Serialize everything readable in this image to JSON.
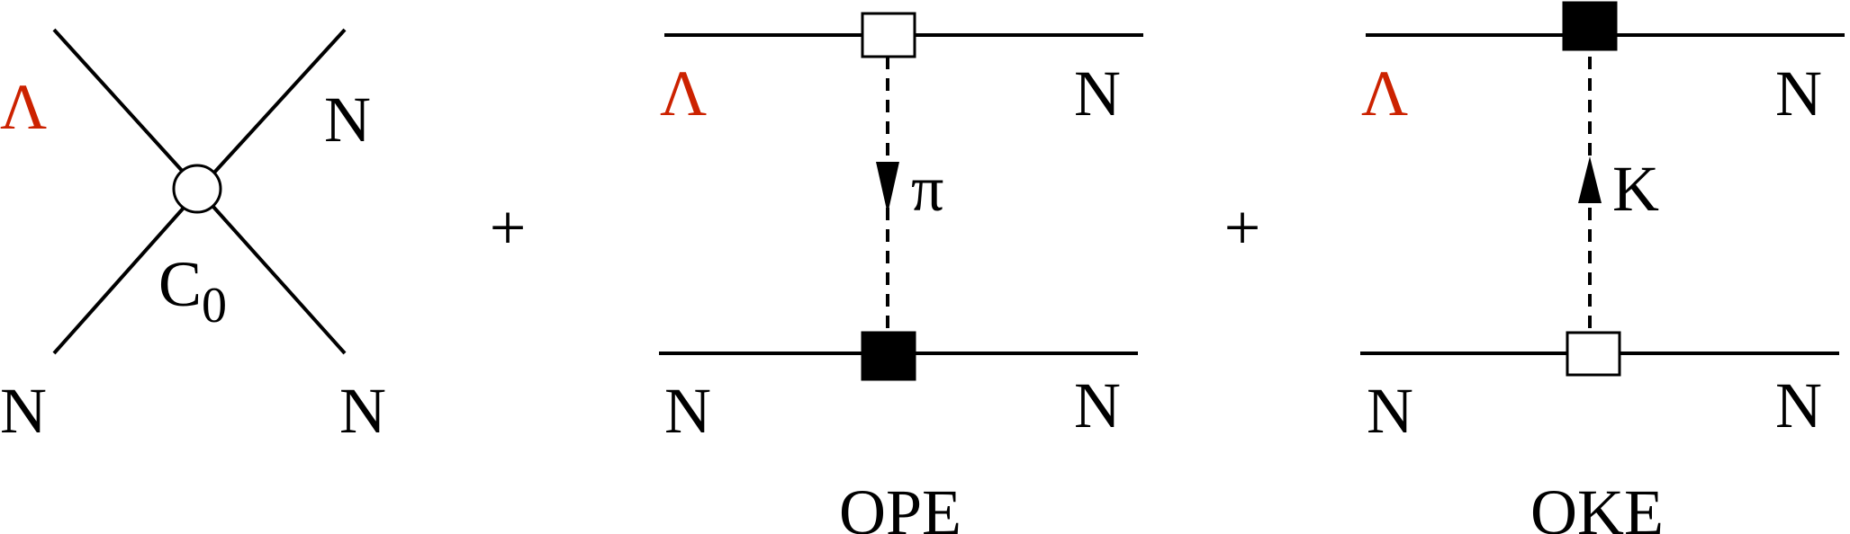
{
  "colors": {
    "line": "#000000",
    "lambda": "#cc2200",
    "vertex_open_fill": "#ffffff",
    "vertex_filled_fill": "#000000"
  },
  "contact": {
    "top_left": "Λ",
    "top_right": "N",
    "bottom_left": "N",
    "bottom_right": "N",
    "vertex_label": "C",
    "vertex_subscript": "0",
    "vertex_shape": "open-circle"
  },
  "plus_signs": [
    "+",
    "+"
  ],
  "ope": {
    "top_left": "Λ",
    "top_right": "N",
    "bottom_left": "N",
    "bottom_right": "N",
    "exchange_particle": "π",
    "arrow_direction": "down",
    "top_vertex": "open-square",
    "bottom_vertex": "filled-square",
    "caption": "OPE"
  },
  "oke": {
    "top_left": "Λ",
    "top_right": "N",
    "bottom_left": "N",
    "bottom_right": "N",
    "exchange_particle": "K",
    "arrow_direction": "up",
    "top_vertex": "filled-square",
    "bottom_vertex": "open-square",
    "caption": "OKE"
  }
}
